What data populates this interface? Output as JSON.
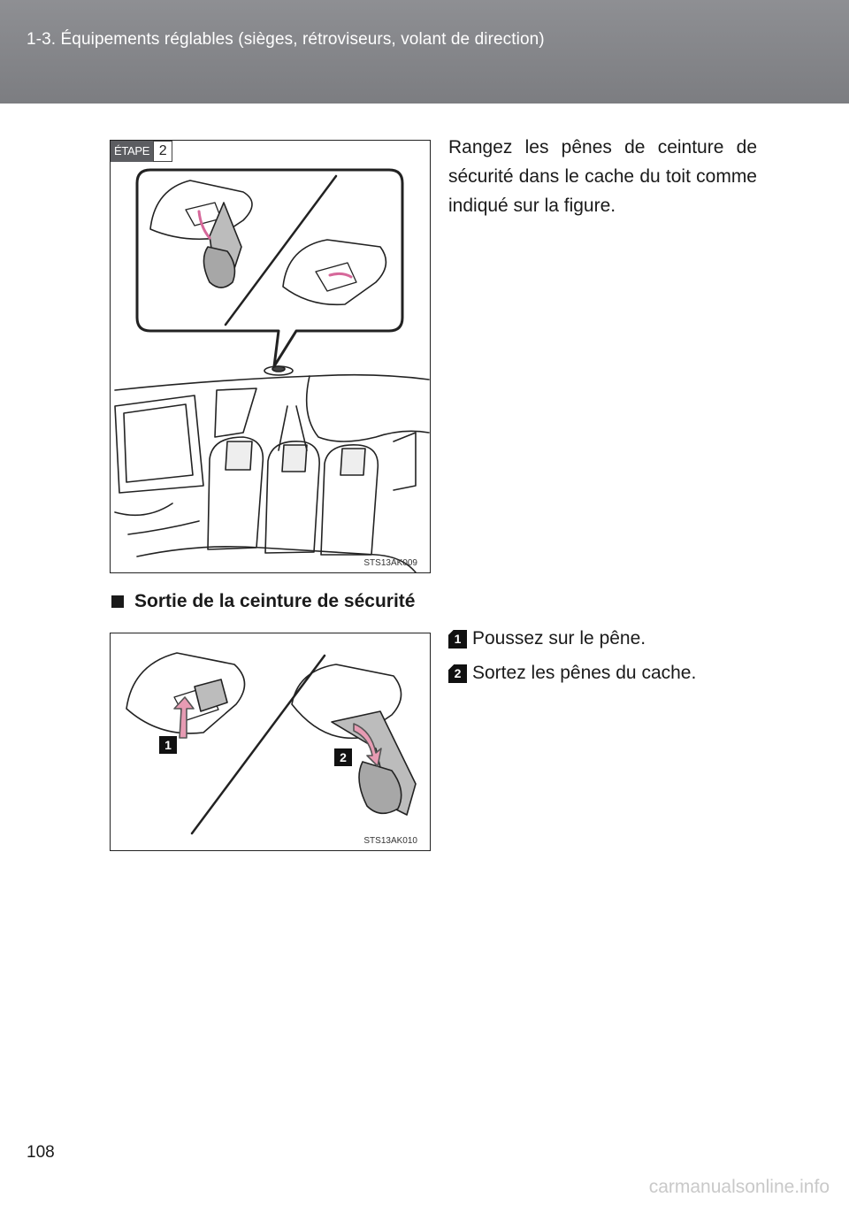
{
  "header": {
    "title": "1-3. Équipements réglables (sièges, rétroviseurs, volant de direction)"
  },
  "figure1": {
    "step_label": "ÉTAPE",
    "step_number": "2",
    "code": "STS13AK009"
  },
  "paragraph1": "Rangez les pênes de ceinture de sécurité dans le cache du toit comme indiqué sur la figure.",
  "section": {
    "title": "Sortie de la ceinture de sécurité"
  },
  "steps": [
    {
      "number": "1",
      "text": "Poussez sur le pêne."
    },
    {
      "number": "2",
      "text": "Sortez les pênes du cache."
    }
  ],
  "figure2": {
    "badge1": "1",
    "badge2": "2",
    "code": "STS13AK010"
  },
  "colors": {
    "header": "#828387",
    "arrow": "#e79bb3"
  },
  "footer": {
    "page_number": "108",
    "watermark": "carmanualsonline.info"
  }
}
